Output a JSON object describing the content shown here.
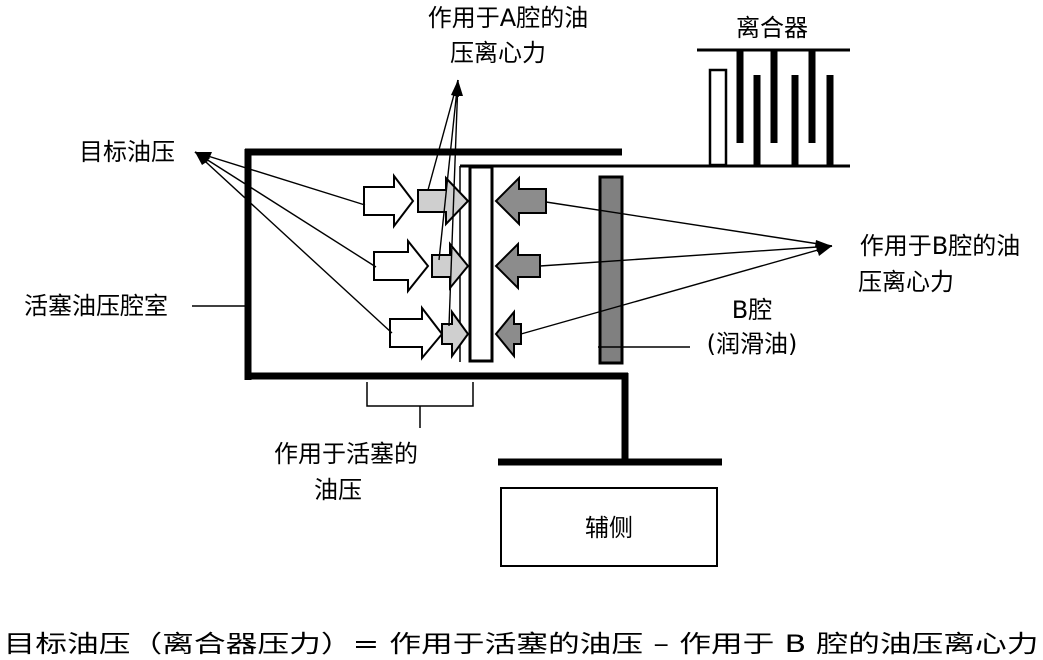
{
  "labels": {
    "clutch": "离合器",
    "a_centrifugal_line1": "作用于A腔的油",
    "a_centrifugal_line2": "压离心力",
    "target_pressure": "目标油压",
    "piston_chamber": "活塞油压腔室",
    "b_centrifugal_line1": "作用于B腔的油",
    "b_centrifugal_line2": "压离心力",
    "b_chamber_line1": "B腔",
    "b_chamber_line2": "(润滑油)",
    "piston_pressure_line1": "作用于活塞的",
    "piston_pressure_line2": "油压",
    "aux_side": "辅侧"
  },
  "formula": "目标油压（离合器压力）= 作用于活塞的油压 – 作用于 B 腔的油压离心力",
  "colors": {
    "line": "#000000",
    "a_arrow_fill": "#cfcfcf",
    "b_arrow_fill": "#8c8c8c",
    "separator_fill": "#808080",
    "white": "#ffffff"
  }
}
